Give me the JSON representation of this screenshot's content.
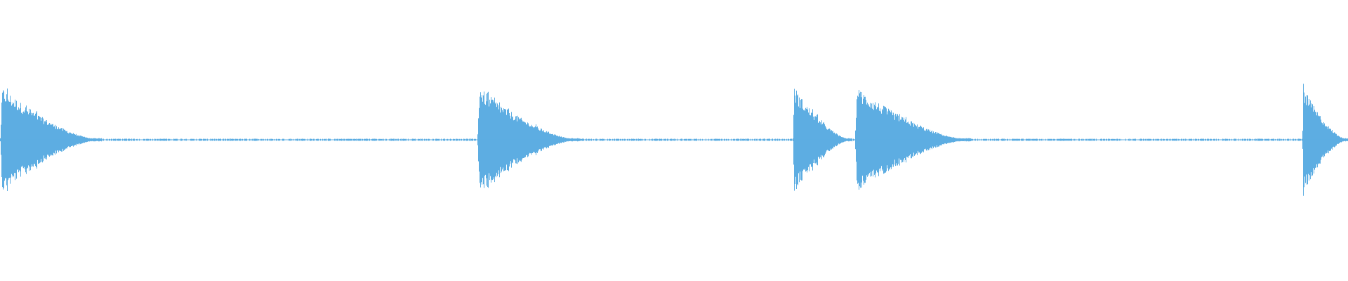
{
  "waveform": {
    "wave_color": "#5dade2",
    "background_color": "#ffffff",
    "bursts": [
      {
        "start": 0.0,
        "end": 0.075,
        "peak": 0.98
      },
      {
        "start": 0.354,
        "end": 0.43,
        "peak": 0.98
      },
      {
        "start": 0.588,
        "end": 0.632,
        "peak": 0.98
      },
      {
        "start": 0.634,
        "end": 0.72,
        "peak": 0.98
      },
      {
        "start": 0.966,
        "end": 1.0,
        "peak": 0.98
      }
    ],
    "silence_level": 0.02
  }
}
